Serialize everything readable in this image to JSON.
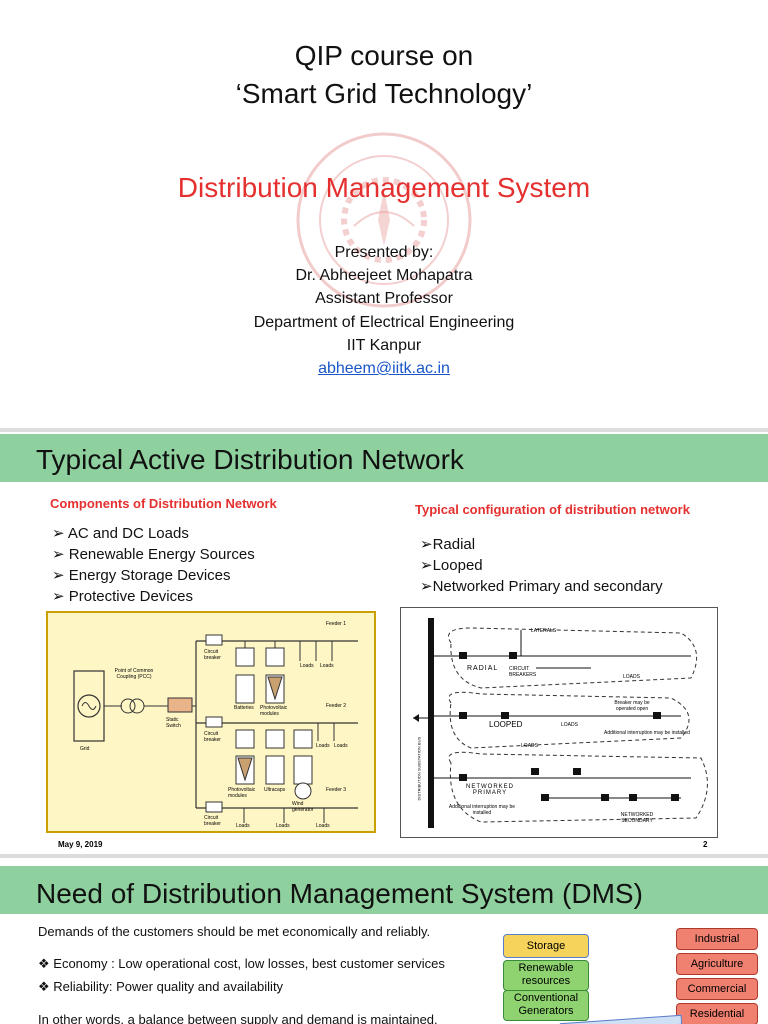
{
  "slide1": {
    "title_line1": "QIP course on",
    "title_line2": "‘Smart Grid Technology’",
    "subtitle": "Distribution Management System",
    "presented_by": "Presented by:",
    "presenter": "Dr. Abheejeet Mohapatra",
    "designation": "Assistant Professor",
    "department": "Department of Electrical Engineering",
    "institute": "IIT Kanpur",
    "email": "abheem@iitk.ac.in"
  },
  "slide2": {
    "title": "Typical Active Distribution Network",
    "left_heading": "Components of Distribution Network",
    "components": [
      "AC and DC Loads",
      "Renewable Energy Sources",
      "Energy Storage Devices",
      "Protective Devices"
    ],
    "right_heading": "Typical configuration of distribution network",
    "configurations": [
      "Radial",
      "Looped",
      "Networked Primary and secondary"
    ],
    "date": "May 9, 2019",
    "page": "2",
    "fig1": {
      "feeder1": "Feeder 1",
      "feeder2": "Feeder 2",
      "feeder3": "Feeder 3",
      "pcc": "Point of Common Coupling (PCC)",
      "grid": "Grid",
      "static_switch": "Static Switch",
      "cb": "Circuit breaker",
      "loads": "Loads",
      "batteries": "Batteries",
      "pv": "Photovoltaic modules",
      "ultracaps": "Ultracaps",
      "wind": "Wind generator"
    },
    "fig2": {
      "laterals": "LATERALS",
      "radial": "RADIAL",
      "circuit_breakers": "CIRCUIT BREAKERS",
      "loads": "LOADS",
      "looped": "LOOPED",
      "breaker_note": "Breaker may be operated open",
      "additional_note": "Additional interruption may be installed",
      "networked_primary": "NETWORKED PRIMARY",
      "networked_secondary": "NETWORKED SECONDARY",
      "substation": "DISTRIBUTION SUBSTATION BUS"
    }
  },
  "slide3": {
    "title": "Need of Distribution Management System (DMS)",
    "line1": "Demands of the customers should be met economically and reliably.",
    "bullet1": "Economy : Low operational cost, low losses, best customer services",
    "bullet2": "Reliability:  Power quality and availability",
    "line2": "In other words, a balance between supply and demand is maintained.",
    "supply_boxes": [
      "Storage",
      "Renewable resources",
      "Conventional Generators"
    ],
    "demand_boxes": [
      "Industrial",
      "Agriculture",
      "Commercial",
      "Residential"
    ]
  },
  "colors": {
    "header_green": "#8fd19e",
    "accent_red": "#e53030",
    "link_blue": "#1a56c8"
  }
}
